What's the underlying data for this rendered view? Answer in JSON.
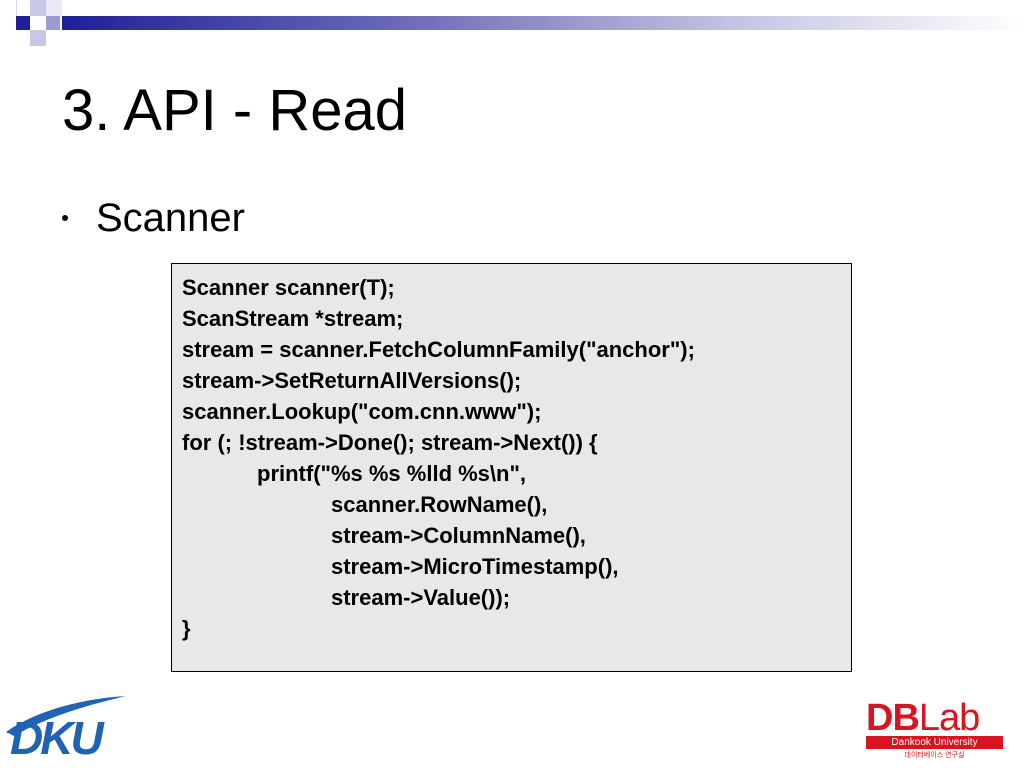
{
  "slide": {
    "title": "3. API - Read",
    "bullet": "Scanner"
  },
  "code": {
    "lines": [
      "Scanner scanner(T);",
      "ScanStream *stream;",
      "stream = scanner.FetchColumnFamily(\"anchor\");",
      "stream->SetReturnAllVersions();",
      "scanner.Lookup(\"com.cnn.www\");",
      "for (; !stream->Done(); stream->Next()) {",
      "printf(\"%s %s %lld %s\\n\",",
      "scanner.RowName(),",
      "stream->ColumnName(),",
      "stream->MicroTimestamp(),",
      "stream->Value());",
      "}"
    ]
  },
  "logos": {
    "dku_text": "DKU",
    "dblab_db": "DB",
    "dblab_lab": "Lab",
    "dblab_university": "Dankook University",
    "dblab_subtitle": "데이터베이스 연구실"
  },
  "colors": {
    "theme_blue": "#1f1f99",
    "logo_red": "#d8141f",
    "logo_blue": "#1e63b4",
    "code_background": "#e8e8e8"
  }
}
